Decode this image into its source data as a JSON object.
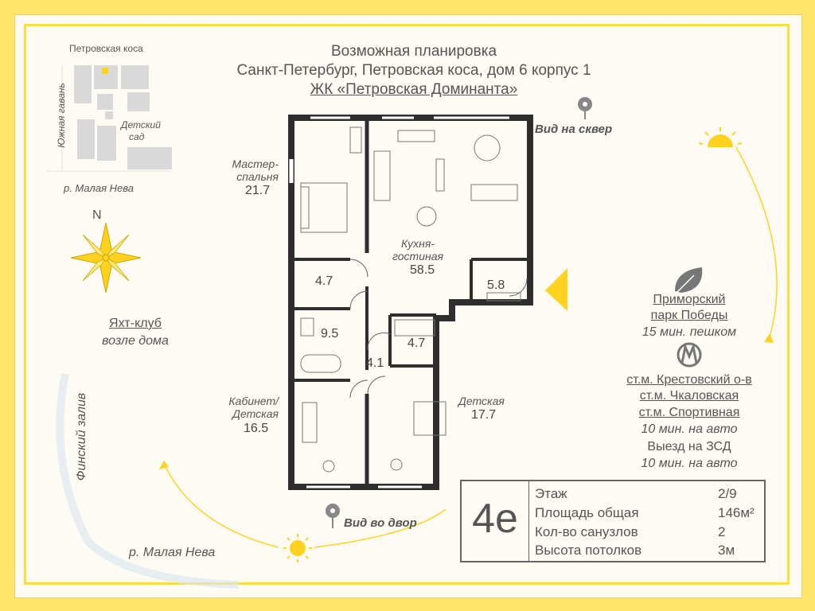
{
  "header": {
    "line1": "Возможная планировка",
    "line2": "Санкт-Петербург, Петровская коса, дом 6 корпус 1",
    "line3": "ЖК «Петровская Доминанта»"
  },
  "map": {
    "top_label": "Петровская коса",
    "left_label": "Южная гавань",
    "kindergarten_1": "Детский",
    "kindergarten_2": "сад",
    "river_label": "р. Малая Нева",
    "compass_north": "N",
    "yacht_1": "Яхт-клуб",
    "yacht_2": "возле дома",
    "gulf": "Финский залив",
    "river_bottom": "р. Малая Нева"
  },
  "views": {
    "top": "Вид на сквер",
    "bottom": "Вид во двор"
  },
  "rooms": {
    "master_1": "Мастер-",
    "master_2": "спальня",
    "master_area": "21.7",
    "kitchen_1": "Кухня-",
    "kitchen_2": "гостиная",
    "kitchen_area": "58.5",
    "wardrobe_area": "4.7",
    "hall_area": "5.8",
    "bath1_area": "9.5",
    "bath2_area": "4.7",
    "corridor_area": "4.1",
    "office_1": "Кабинет/",
    "office_2": "Детская",
    "office_area": "16.5",
    "kids_1": "Детская",
    "kids_area": "17.7"
  },
  "right": {
    "park_1": "Приморский",
    "park_2": "парк Победы",
    "park_time": "15 мин. пешком",
    "metro_1": "ст.м. Крестовский о-в",
    "metro_2": "ст.м. Чкаловская",
    "metro_3": "ст.м. Спортивная",
    "metro_time": "10 мин. на авто",
    "zsd": "Выезд на ЗСД",
    "zsd_time": "10 мин. на авто"
  },
  "info": {
    "code": "4е",
    "rows": [
      {
        "label": "Этаж",
        "value": "2/9"
      },
      {
        "label": "Площадь общая",
        "value": "146м²"
      },
      {
        "label": "Кол-во санузлов",
        "value": "2"
      },
      {
        "label": "Высота потолков",
        "value": "3м"
      }
    ]
  },
  "colors": {
    "border": "#ffe36b",
    "accent": "#ffd21f",
    "wall": "#2e2e2e"
  }
}
